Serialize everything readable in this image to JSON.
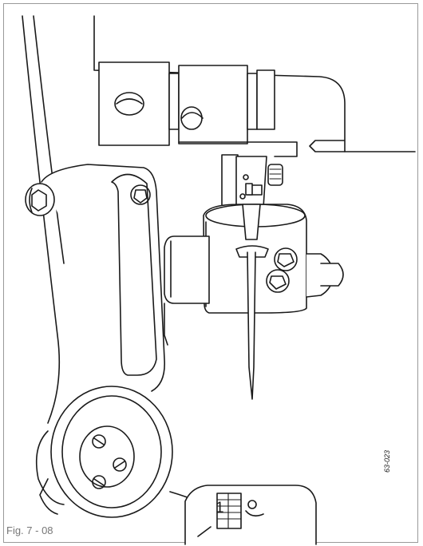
{
  "figure": {
    "caption": "Fig. 7 - 08",
    "callout_label": "1",
    "drawing_code": "63-023"
  }
}
